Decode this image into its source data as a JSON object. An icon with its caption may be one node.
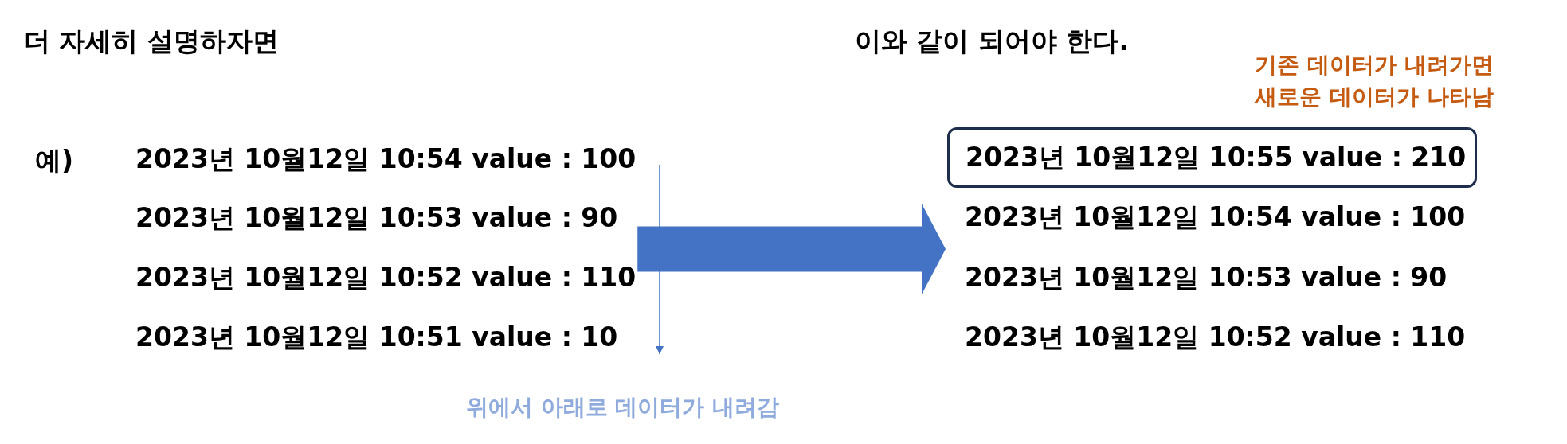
{
  "diagram": {
    "nodes": [
      {
        "text": [
          "2023년 10월12일 10:54 value : 100",
          "2023년 10월12일 10:53 value : 90",
          "2023년 10월12일 10:52 value : 110",
          "2023년 10월12일 10:51 value : 10"
        ]
      },
      {
        "text": [
          "2023년 10월12일 10:54 value : 100",
          "2023년 10월12일 10:53 value : 90",
          "2023년 10월12일 10:52 value : 110"
        ]
      },
      {
        "text": [
          "2023년 10월12일 10:55 value : 210"
        ],
        "in": 1,
        "beside": [
          "기존 데이터가 내려가면 새로운 데이터가 나타남"
        ]
      }
    ],
    "edges": [
      {
        "from": 0,
        "to": 1,
        "arrow": "to"
      }
    ],
    "labels": [
      "더 자세히 설명하자면",
      "이와 같이 되어야 한다.",
      "예)",
      "위에서 아래로 데이터가 내려감"
    ]
  }
}
